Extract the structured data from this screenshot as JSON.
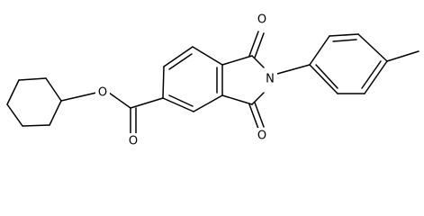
{
  "molecule": {
    "atoms": {
      "ester_oxygen": "O",
      "carbonyl_oxygen_ester": "O",
      "carbonyl_oxygen_top": "O",
      "carbonyl_oxygen_bottom": "O",
      "imide_nitrogen": "N"
    }
  }
}
